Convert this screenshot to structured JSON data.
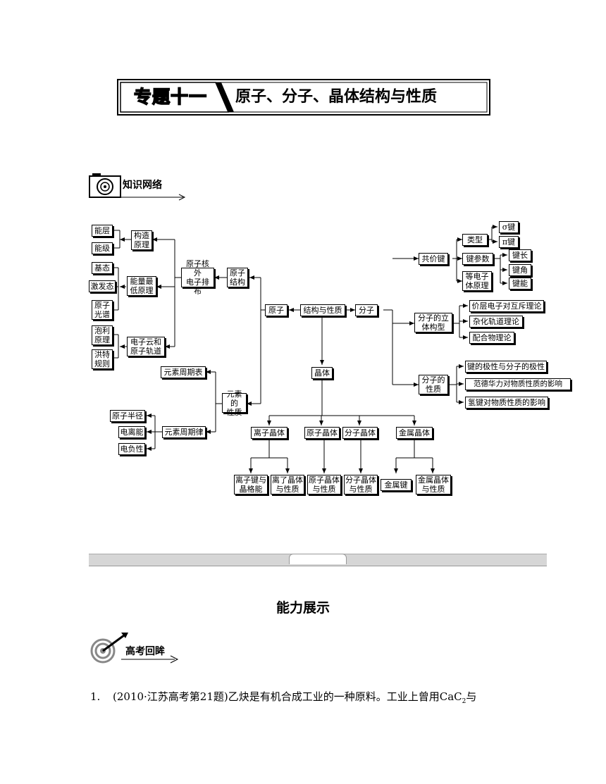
{
  "banner": {
    "tag": "专题十一",
    "title": "原子、分子、晶体结构与性质"
  },
  "section1": {
    "label": "知识网络"
  },
  "diagram": {
    "nengceng": "能层",
    "nengji": "能级",
    "gouzao": "构造\n原理",
    "jitai": "基态",
    "jifatai": "激发态",
    "yuanzi_guangpu": "原子\n光谱",
    "nengliang_zuidi": "能量最\n低原理",
    "paoli": "泡利\n原理",
    "hongte": "洪特\n规则",
    "dianziyun": "电子云和\n原子轨道",
    "hewai": "原子核外\n电子排布",
    "yuanzi_jiegou": "原子\n结构",
    "yuanzi": "原子",
    "jiegou_xingzhi": "结构与性质",
    "fenzi": "分子",
    "zhouqibiao": "元素周期表",
    "yuansu_xingzhi": "元素的\n性质",
    "banjing": "原子半径",
    "dianlineng": "电离能",
    "dianfuxing": "电负性",
    "zhouqilv": "元素周期律",
    "jingti": "晶体",
    "lizi_jingti": "离子晶体",
    "yuanzi_jingti": "原子晶体",
    "fenzi_jingti": "分子晶体",
    "jinshu_jingti": "金属晶体",
    "lizijian_jingge": "离子键与\n晶格能",
    "lizi_xz": "离了晶体\n与性质",
    "yuanzi_xz": "原子晶体\n与性质",
    "fenzi_xz": "分子晶体\n与性质",
    "jinshujian": "金属键",
    "jinshu_xz": "金属晶体\n与性质",
    "gongjiajian": "共价键",
    "leixing": "类型",
    "sigma": "σ键",
    "pi": "π键",
    "jiancanshu": "键参数",
    "jianchang": "键长",
    "jianjiao": "键角",
    "jianneng": "键能",
    "dengdianzi": "等电子\n体原理",
    "ligou": "分子的立\n体构型",
    "vsepr": "价层电子对互斥理论",
    "zahua": "杂化轨道理论",
    "peihe": "配合物理论",
    "fenzi_xingzhi": "分子的\n性质",
    "jixing": "键的极性与分子的极性",
    "fandehua": "范德华力对物质性质的影响",
    "qingjian": "氢键对物质性质的影响"
  },
  "heading2": "能力展示",
  "section2": {
    "label": "高考回眸"
  },
  "question": {
    "num": "1.",
    "text": "(2010·江苏高考第21题)乙炔是有机合成工业的一种原料。工业上曾用CaC",
    "sub": "2",
    "tail": "与"
  }
}
